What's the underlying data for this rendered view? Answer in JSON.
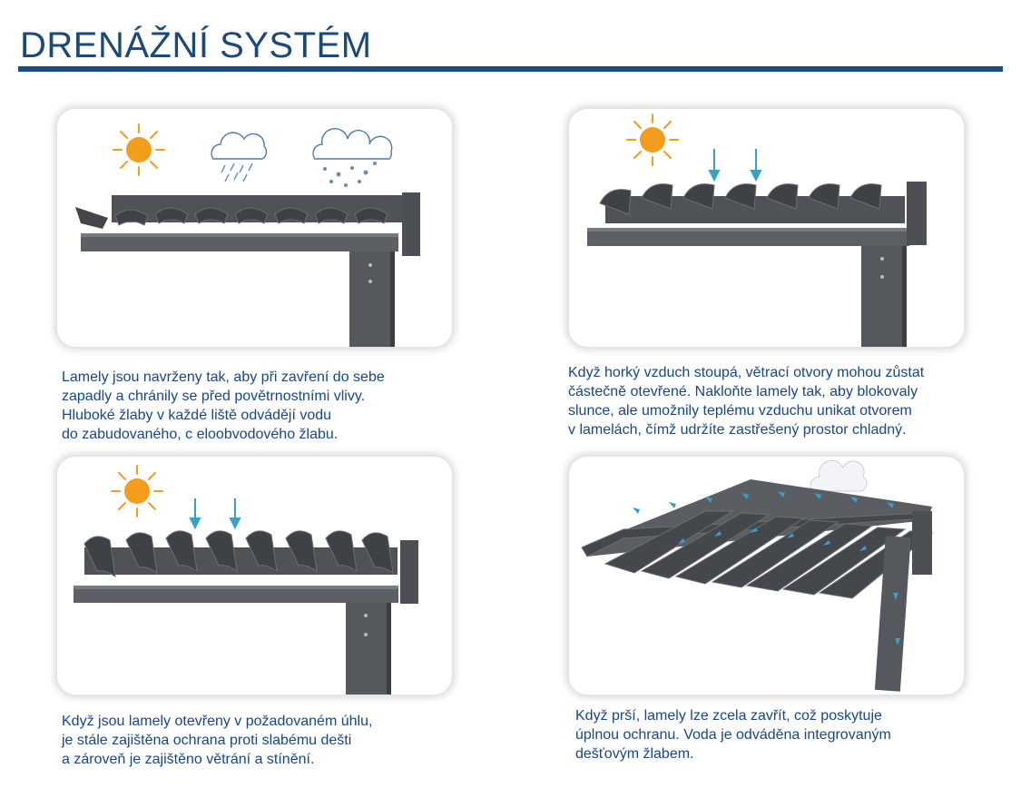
{
  "title": "DRENÁŽNÍ SYSTÉM",
  "colors": {
    "title": "#1c4a78",
    "rule": "#1b4d85",
    "caption": "#17468a",
    "sun": "#f39c1e",
    "arrow": "#3aa0c8",
    "metal": "#4a4d52"
  },
  "panels": [
    {
      "icons": [
        "sun-icon",
        "rain-cloud-icon",
        "snow-cloud-icon"
      ],
      "caption": [
        "Lamely jsou navrženy tak, aby při zavření do sebe",
        "zapadly a chránily se před povětrnostními vlivy.",
        "Hluboké žlaby v každé liště odvádějí vodu",
        "do zabudovaného, c eloobvodového žlabu."
      ]
    },
    {
      "icons": [
        "sun-icon",
        "down-arrow-icon",
        "down-arrow-icon"
      ],
      "caption": [
        "Když horký vzduch stoupá, větrací otvory mohou zůstat",
        "částečně otevřené. Nakloňte lamely tak, aby blokovaly",
        "slunce, ale umožnily teplému vzduchu unikat otvorem",
        "v lamelách, čímž udržíte zastřešený prostor chladný."
      ]
    },
    {
      "icons": [
        "sun-icon",
        "down-arrow-icon",
        "down-arrow-icon"
      ],
      "caption": [
        "Když jsou lamely otevřeny v požadovaném úhlu,",
        "je stále zajištěna ochrana proti slabému dešti",
        "a zároveň je zajištěno větrání a stínění."
      ]
    },
    {
      "icons": [
        "cloud-icon",
        "water-flow-arrows-icon"
      ],
      "caption": [
        "Když prší, lamely lze zcela zavřít, což poskytuje",
        "úplnou ochranu. Voda je odváděna integrovaným",
        "dešťovým žlabem."
      ]
    }
  ]
}
